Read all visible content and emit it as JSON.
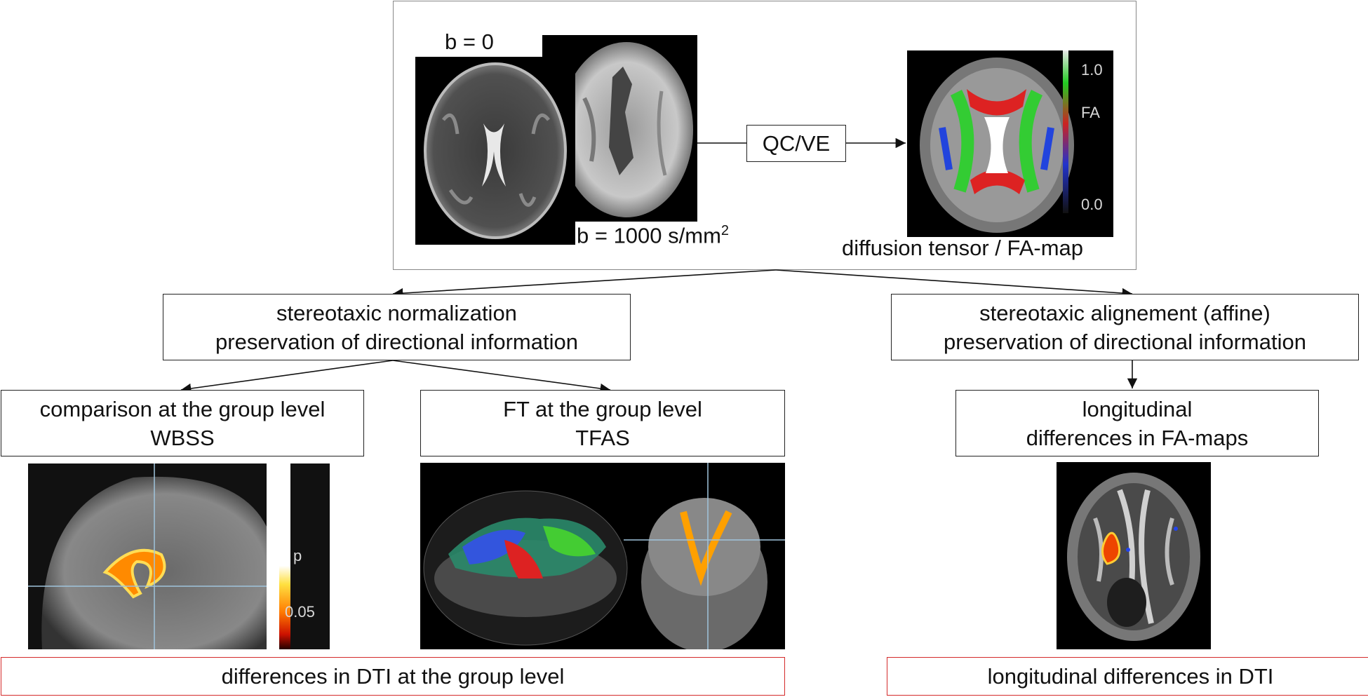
{
  "top": {
    "b0_label": "b = 0",
    "b1000_label": "b = 1000 s/mm",
    "b1000_sup": "2",
    "qcve_label": "QC/VE",
    "fa_map_caption": "diffusion tensor / FA-map",
    "fa_scale": {
      "max": "1.0",
      "name": "FA",
      "min": "0.0"
    }
  },
  "left_branch": {
    "normalization": {
      "line1": "stereotaxic normalization",
      "line2": "preservation of directional information"
    },
    "wbss": {
      "line1": "comparison at the group level",
      "line2": "WBSS"
    },
    "tfas": {
      "line1": "FT at the group level",
      "line2": "TFAS"
    },
    "wbss_scale": {
      "name": "p",
      "value": "0.05"
    },
    "result": "differences in DTI at the group level"
  },
  "right_branch": {
    "alignment": {
      "line1": "stereotaxic alignement (affine)",
      "line2": "preservation of directional information"
    },
    "longitudinal": {
      "line1": "longitudinal",
      "line2": "differences in FA-maps"
    },
    "result": "longitudinal differences in DTI"
  },
  "colors": {
    "result_border": "#d42a2a",
    "line": "#111111"
  }
}
